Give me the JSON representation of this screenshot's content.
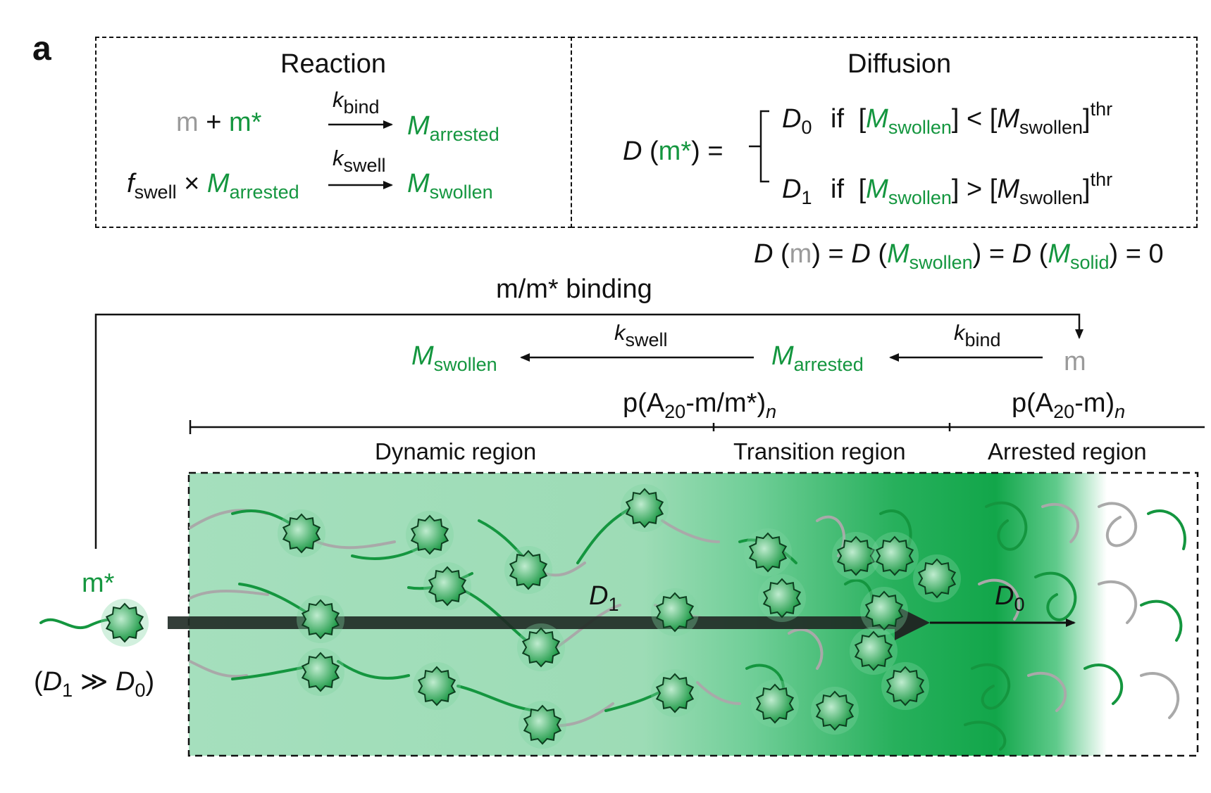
{
  "panel_label": "a",
  "reaction": {
    "title": "Reaction",
    "eq1": {
      "reactant_m": "m",
      "plus": "+",
      "reactant_mstar": "m*",
      "rate_k": "k",
      "rate_sub": "bind",
      "product_M": "M",
      "product_sub": "arrested"
    },
    "eq2": {
      "factor_f": "f",
      "factor_sub": "swell",
      "times": "×",
      "reactant_M": "M",
      "reactant_sub": "arrested",
      "rate_k": "k",
      "rate_sub": "swell",
      "product_M": "M",
      "product_sub": "swollen"
    }
  },
  "diffusion": {
    "title": "Diffusion",
    "lhs_D": "D",
    "lhs_open": "(",
    "lhs_mstar": "m*",
    "lhs_close": ") =",
    "case0": {
      "D": "D",
      "sub": "0",
      "if": "if",
      "lb": "[",
      "M": "M",
      "Msub": "swollen",
      "rb": "]",
      "op": "<",
      "thr_open": "[",
      "thr_M": "M",
      "thr_sub": "swollen",
      "thr_close": "]",
      "thr_sup": "thr"
    },
    "case1": {
      "D": "D",
      "sub": "1",
      "if": "if",
      "lb": "[",
      "M": "M",
      "Msub": "swollen",
      "rb": "]",
      "op": ">",
      "thr_open": "[",
      "thr_M": "M",
      "thr_sub": "swollen",
      "thr_close": "]",
      "thr_sup": "thr"
    },
    "zero_line": {
      "D1": "D",
      "p1o": "(",
      "m": "m",
      "p1c": ") =",
      "D2": "D",
      "p2o": "(",
      "M2": "M",
      "M2sub": "swollen",
      "p2c": ") =",
      "D3": "D",
      "p3o": "(",
      "M3": "M",
      "M3sub": "solid",
      "p3c": ") = 0"
    }
  },
  "pathway": {
    "binding_label": "m/m* binding",
    "swollen": {
      "M": "M",
      "sub": "swollen"
    },
    "arrested": {
      "M": "M",
      "sub": "arrested"
    },
    "monomer": "m",
    "k_swell": {
      "k": "k",
      "sub": "swell"
    },
    "k_bind": {
      "k": "k",
      "sub": "bind"
    }
  },
  "polymers": {
    "mixed": {
      "prefix": "p(A",
      "sub": "20",
      "suffix": "-m/m*)",
      "n": "n"
    },
    "plain": {
      "prefix": "p(A",
      "sub": "20",
      "suffix": "-m)",
      "n": "n"
    }
  },
  "regions": {
    "dynamic": "Dynamic region",
    "transition": "Transition region",
    "arrested": "Arrested region"
  },
  "diffusion_arrows": {
    "D1": {
      "D": "D",
      "sub": "1"
    },
    "D0": {
      "D": "D",
      "sub": "0"
    }
  },
  "free_monomer": {
    "label": "m*",
    "condition": {
      "open": "(",
      "D1": "D",
      "D1sub": "1",
      "gg": " ≫ ",
      "D0": "D",
      "D0sub": "0",
      "close": ")"
    }
  },
  "colors": {
    "green": "#14963f",
    "dark_green": "#0f7a30",
    "gray_monomer": "#9a9a9a",
    "region_fill": "#9ddcb6",
    "transition_peak": "#12a64a",
    "arrow": "#1f2a24"
  }
}
